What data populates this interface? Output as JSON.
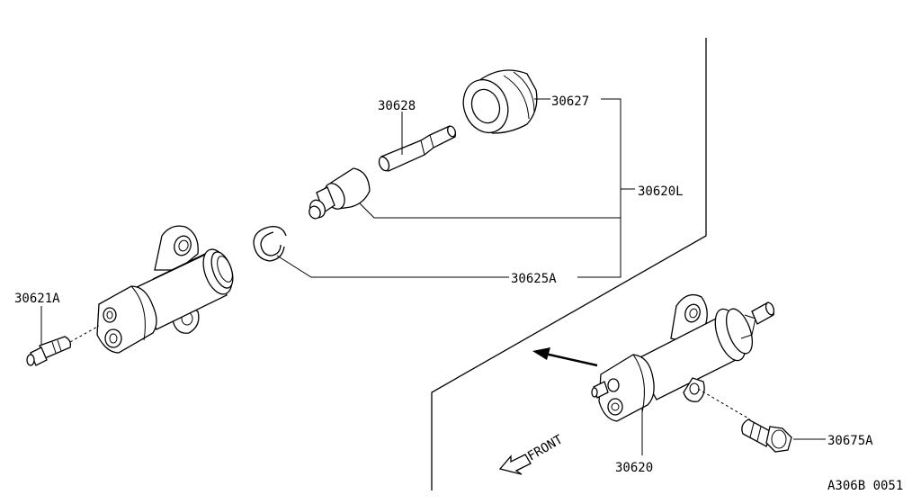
{
  "diagram": {
    "labels": {
      "p30628": "30628",
      "p30627": "30627",
      "p30620L": "30620L",
      "p30625A": "30625A",
      "p30621A": "30621A",
      "p30620": "30620",
      "p30675A": "30675A"
    },
    "direction_label": "FRONT",
    "reference_code": "A306B 0051"
  }
}
